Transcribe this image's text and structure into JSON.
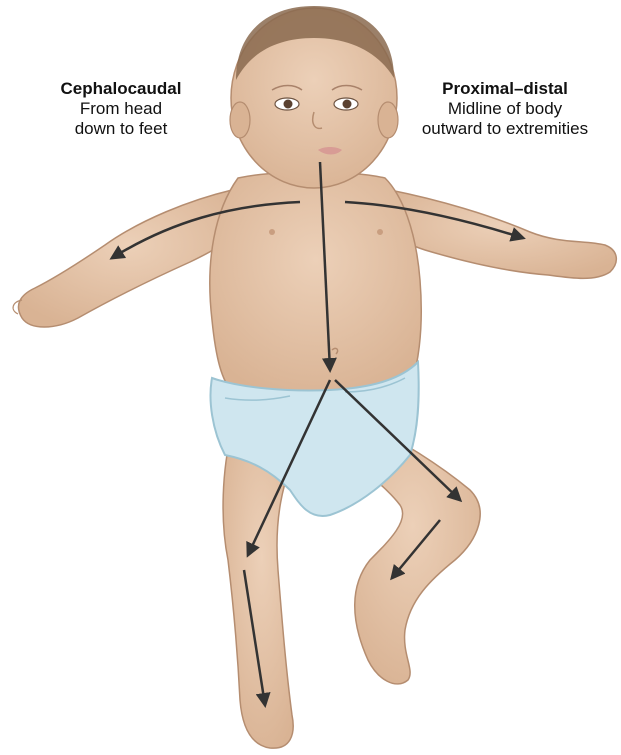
{
  "labels": {
    "cephalocaudal": {
      "title": "Cephalocaudal",
      "line1": "From head",
      "line2": "down to feet"
    },
    "proximal_distal": {
      "title": "Proximal–distal",
      "line1": "Midline of body",
      "line2": "outward to extremities"
    }
  },
  "colors": {
    "skin": "#e3c2a6",
    "skin_shadow": "#c99e80",
    "hair": "#8a6a4f",
    "diaper": "#cfe6ef",
    "diaper_edge": "#9cc4d3",
    "arrow": "#333333"
  }
}
